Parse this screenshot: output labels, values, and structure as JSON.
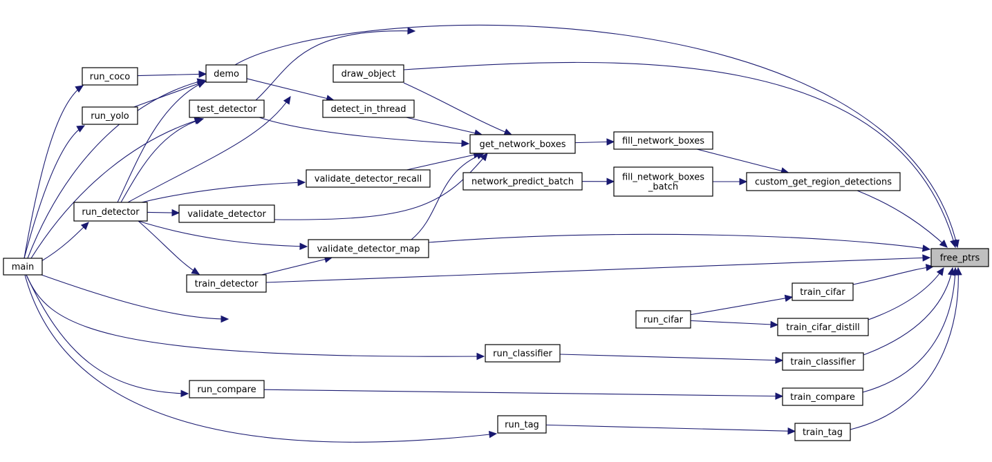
{
  "diagram": {
    "type": "call-graph",
    "colors": {
      "edge": "#191970",
      "node_border": "#000000",
      "highlight_fill": "#bfbfbf",
      "background": "#ffffff"
    },
    "nodes": [
      {
        "id": "main",
        "label": "main"
      },
      {
        "id": "run_coco",
        "label": "run_coco"
      },
      {
        "id": "run_yolo",
        "label": "run_yolo"
      },
      {
        "id": "demo",
        "label": "demo"
      },
      {
        "id": "test_detector",
        "label": "test_detector"
      },
      {
        "id": "run_detector",
        "label": "run_detector"
      },
      {
        "id": "draw_object",
        "label": "draw_object"
      },
      {
        "id": "detect_in_thread",
        "label": "detect_in_thread"
      },
      {
        "id": "get_network_boxes",
        "label": "get_network_boxes"
      },
      {
        "id": "validate_detector_recall",
        "label": "validate_detector_recall"
      },
      {
        "id": "validate_detector",
        "label": "validate_detector"
      },
      {
        "id": "validate_detector_map",
        "label": "validate_detector_map"
      },
      {
        "id": "train_detector",
        "label": "train_detector"
      },
      {
        "id": "network_predict_batch",
        "label": "network_predict_batch"
      },
      {
        "id": "fill_network_boxes",
        "label": "fill_network_boxes"
      },
      {
        "id": "fill_network_boxes_batch",
        "label": [
          "fill_network_boxes",
          "_batch"
        ]
      },
      {
        "id": "custom_get_region_detections",
        "label": "custom_get_region_detections"
      },
      {
        "id": "free_ptrs",
        "label": "free_ptrs",
        "highlight": true
      },
      {
        "id": "run_cifar",
        "label": "run_cifar"
      },
      {
        "id": "train_cifar",
        "label": "train_cifar"
      },
      {
        "id": "train_cifar_distill",
        "label": "train_cifar_distill"
      },
      {
        "id": "run_classifier",
        "label": "run_classifier"
      },
      {
        "id": "train_classifier",
        "label": "train_classifier"
      },
      {
        "id": "run_compare",
        "label": "run_compare"
      },
      {
        "id": "train_compare",
        "label": "train_compare"
      },
      {
        "id": "run_tag",
        "label": "run_tag"
      },
      {
        "id": "train_tag",
        "label": "train_tag"
      }
    ],
    "edges": [
      {
        "from": "main",
        "to": "run_coco"
      },
      {
        "from": "main",
        "to": "run_yolo"
      },
      {
        "from": "main",
        "to": "demo"
      },
      {
        "from": "main",
        "to": "test_detector"
      },
      {
        "from": "main",
        "to": "run_detector"
      },
      {
        "from": "main",
        "to": "run_cifar"
      },
      {
        "from": "main",
        "to": "run_classifier"
      },
      {
        "from": "main",
        "to": "run_compare"
      },
      {
        "from": "main",
        "to": "run_tag"
      },
      {
        "from": "run_coco",
        "to": "demo"
      },
      {
        "from": "run_yolo",
        "to": "demo"
      },
      {
        "from": "run_detector",
        "to": "demo"
      },
      {
        "from": "run_detector",
        "to": "test_detector"
      },
      {
        "from": "run_detector",
        "to": "draw_object"
      },
      {
        "from": "run_detector",
        "to": "validate_detector_recall"
      },
      {
        "from": "run_detector",
        "to": "validate_detector"
      },
      {
        "from": "run_detector",
        "to": "validate_detector_map"
      },
      {
        "from": "run_detector",
        "to": "train_detector"
      },
      {
        "from": "demo",
        "to": "detect_in_thread"
      },
      {
        "from": "demo",
        "to": "free_ptrs"
      },
      {
        "from": "test_detector",
        "to": "get_network_boxes"
      },
      {
        "from": "test_detector",
        "to": "free_ptrs"
      },
      {
        "from": "draw_object",
        "to": "get_network_boxes"
      },
      {
        "from": "draw_object",
        "to": "free_ptrs"
      },
      {
        "from": "detect_in_thread",
        "to": "get_network_boxes"
      },
      {
        "from": "validate_detector_recall",
        "to": "get_network_boxes"
      },
      {
        "from": "validate_detector",
        "to": "get_network_boxes"
      },
      {
        "from": "validate_detector_map",
        "to": "get_network_boxes"
      },
      {
        "from": "validate_detector_map",
        "to": "free_ptrs"
      },
      {
        "from": "train_detector",
        "to": "validate_detector_map"
      },
      {
        "from": "train_detector",
        "to": "free_ptrs"
      },
      {
        "from": "get_network_boxes",
        "to": "fill_network_boxes"
      },
      {
        "from": "network_predict_batch",
        "to": "fill_network_boxes_batch"
      },
      {
        "from": "fill_network_boxes",
        "to": "custom_get_region_detections"
      },
      {
        "from": "fill_network_boxes_batch",
        "to": "custom_get_region_detections"
      },
      {
        "from": "custom_get_region_detections",
        "to": "free_ptrs"
      },
      {
        "from": "run_cifar",
        "to": "train_cifar"
      },
      {
        "from": "run_cifar",
        "to": "train_cifar_distill"
      },
      {
        "from": "train_cifar",
        "to": "free_ptrs"
      },
      {
        "from": "train_cifar_distill",
        "to": "free_ptrs"
      },
      {
        "from": "run_classifier",
        "to": "train_classifier"
      },
      {
        "from": "train_classifier",
        "to": "free_ptrs"
      },
      {
        "from": "run_compare",
        "to": "train_compare"
      },
      {
        "from": "train_compare",
        "to": "free_ptrs"
      },
      {
        "from": "run_tag",
        "to": "train_tag"
      },
      {
        "from": "train_tag",
        "to": "free_ptrs"
      }
    ]
  }
}
